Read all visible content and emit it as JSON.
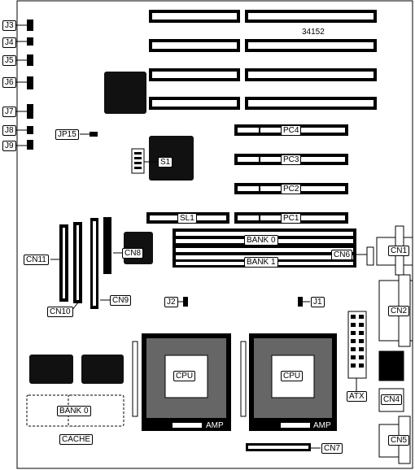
{
  "board_id": "34152",
  "left_headers": [
    "J3",
    "J4",
    "J5",
    "J6",
    "J7",
    "J8",
    "J9"
  ],
  "jumpers": {
    "jp15": "JP15",
    "j1": "J1",
    "j2": "J2"
  },
  "switch": "S1",
  "pci_slots": [
    "PC4",
    "PC3",
    "PC2",
    "PC1"
  ],
  "isa_slot": "SL1",
  "memory": {
    "bank0": "BANK 0",
    "bank1": "BANK 1"
  },
  "connectors": {
    "cn1": "CN1",
    "cn2": "CN2",
    "cn4": "CN4",
    "cn5": "CN5",
    "cn6": "CN6",
    "cn7": "CN7",
    "cn8": "CN8",
    "cn9": "CN9",
    "cn10": "CN10",
    "cn11": "CN11"
  },
  "atx": "ATX",
  "cpus": [
    {
      "label": "CPU",
      "latch": "AMP"
    },
    {
      "label": "CPU",
      "latch": "AMP"
    }
  ],
  "cache": {
    "bank": "BANK 0",
    "label": "CACHE"
  }
}
